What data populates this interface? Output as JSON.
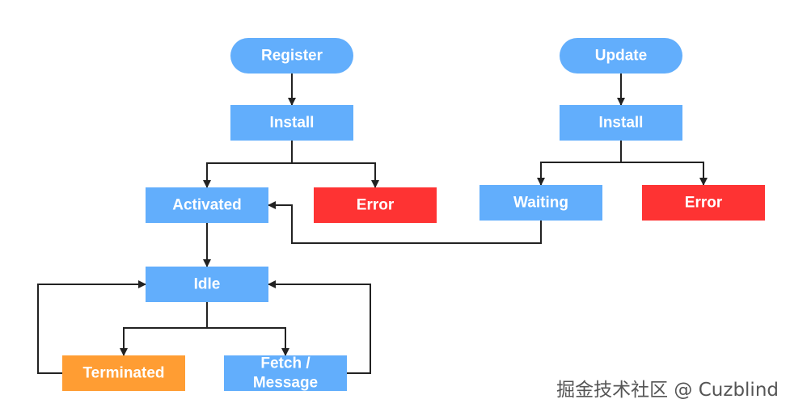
{
  "colors": {
    "blue": "#62aefc",
    "red": "#fe3333",
    "orange": "#ff9d33",
    "edge": "#222222"
  },
  "nodes": {
    "register": {
      "label": "Register",
      "color": "blue",
      "shape": "pill"
    },
    "install_1": {
      "label": "Install",
      "color": "blue",
      "shape": "rect"
    },
    "activated": {
      "label": "Activated",
      "color": "blue",
      "shape": "rect"
    },
    "error_1": {
      "label": "Error",
      "color": "red",
      "shape": "rect"
    },
    "idle": {
      "label": "Idle",
      "color": "blue",
      "shape": "rect"
    },
    "terminated": {
      "label": "Terminated",
      "color": "orange",
      "shape": "rect"
    },
    "fetch_message": {
      "label": [
        "Fetch /",
        "Message"
      ],
      "color": "blue",
      "shape": "rect"
    },
    "update": {
      "label": "Update",
      "color": "blue",
      "shape": "pill"
    },
    "install_2": {
      "label": "Install",
      "color": "blue",
      "shape": "rect"
    },
    "waiting": {
      "label": "Waiting",
      "color": "blue",
      "shape": "rect"
    },
    "error_2": {
      "label": "Error",
      "color": "red",
      "shape": "rect"
    }
  },
  "edges": [
    [
      "register",
      "install_1"
    ],
    [
      "install_1",
      "activated"
    ],
    [
      "install_1",
      "error_1"
    ],
    [
      "activated",
      "idle"
    ],
    [
      "idle",
      "terminated"
    ],
    [
      "idle",
      "fetch_message"
    ],
    [
      "terminated",
      "idle"
    ],
    [
      "fetch_message",
      "idle"
    ],
    [
      "update",
      "install_2"
    ],
    [
      "install_2",
      "waiting"
    ],
    [
      "install_2",
      "error_2"
    ],
    [
      "waiting",
      "activated"
    ]
  ],
  "watermark": "掘金技术社区 @ Cuzblind"
}
